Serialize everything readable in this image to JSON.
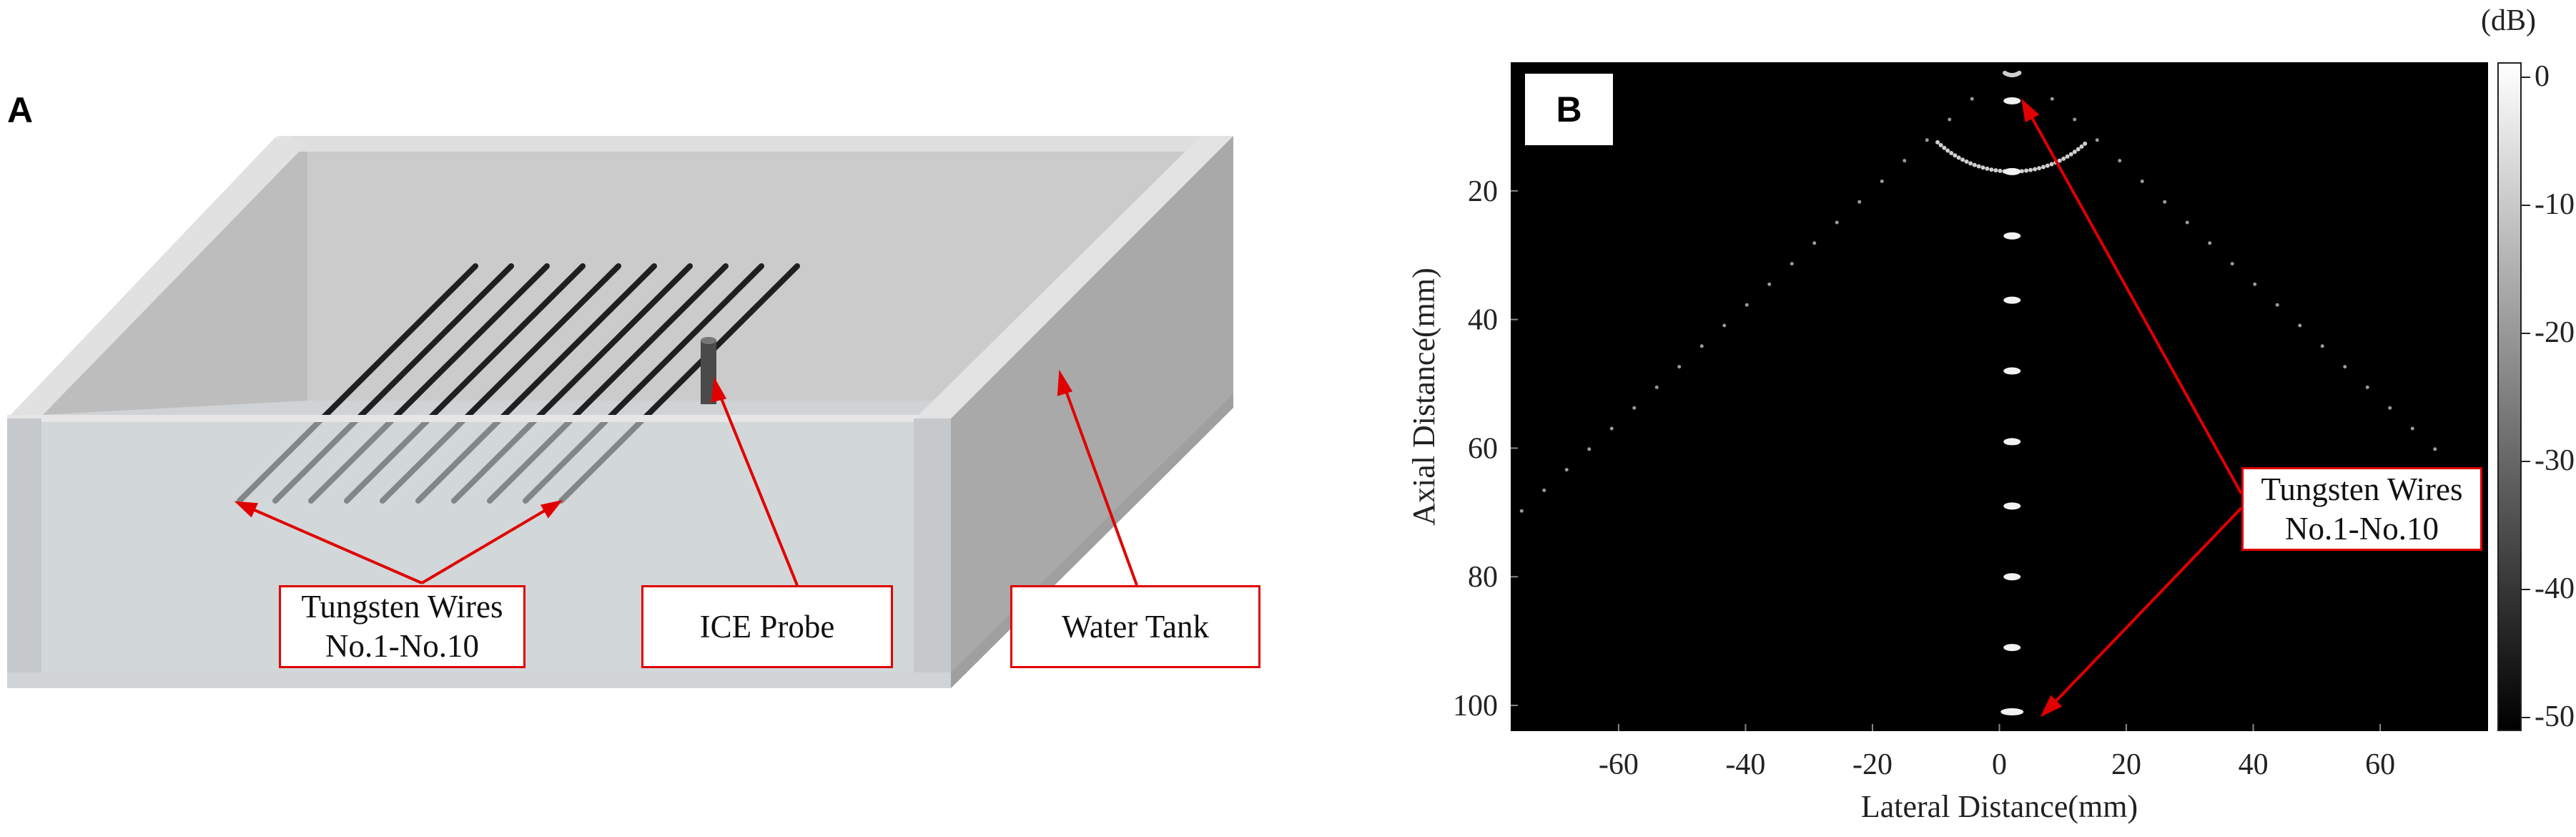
{
  "panel_a": {
    "letter": "A",
    "labels": {
      "tungsten_line1": "Tungsten Wires",
      "tungsten_line2": "No.1-No.10",
      "ice_probe": "ICE Probe",
      "water_tank": "Water Tank"
    }
  },
  "panel_b": {
    "letter": "B",
    "annotation_line1": "Tungsten Wires",
    "annotation_line2": "No.1-No.10",
    "colorbar_unit": "(dB)",
    "colorbar_ticks": [
      "0",
      "-10",
      "-20",
      "-30",
      "-40",
      "-50"
    ],
    "colors": {
      "annotation": "#e00000",
      "background": "#000000"
    }
  },
  "chart_data": {
    "type": "heatmap",
    "title": "",
    "xlabel": "Lateral Distance(mm)",
    "ylabel": "Axial Distance(mm)",
    "xlim": [
      -77,
      77
    ],
    "ylim": [
      104,
      0
    ],
    "x_ticks": [
      "-60",
      "-40",
      "-20",
      "0",
      "20",
      "40",
      "60"
    ],
    "y_ticks": [
      "20",
      "40",
      "60",
      "80",
      "100"
    ],
    "colorbar": {
      "label": "(dB)",
      "range": [
        -50,
        0
      ]
    },
    "wire_targets_mm": [
      {
        "x": 2,
        "y": 6
      },
      {
        "x": 2,
        "y": 17
      },
      {
        "x": 2,
        "y": 27
      },
      {
        "x": 2,
        "y": 37
      },
      {
        "x": 2,
        "y": 48
      },
      {
        "x": 2,
        "y": 59
      },
      {
        "x": 2,
        "y": 69
      },
      {
        "x": 2,
        "y": 80
      },
      {
        "x": 2,
        "y": 91
      },
      {
        "x": 2,
        "y": 101
      }
    ]
  }
}
